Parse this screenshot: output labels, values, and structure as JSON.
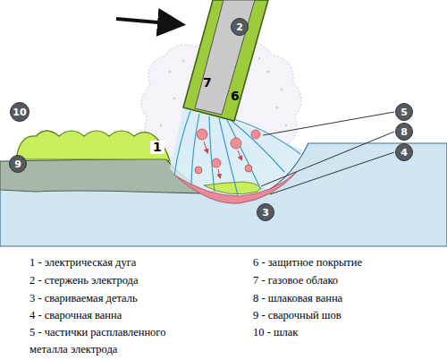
{
  "diagram": {
    "nodes": [
      {
        "text": [
          "2"
        ]
      },
      {
        "text": [
          "10"
        ]
      },
      {
        "text": [
          "5"
        ]
      },
      {
        "text": [
          "8"
        ]
      },
      {
        "text": [
          "4"
        ]
      },
      {
        "text": [
          "9"
        ]
      },
      {
        "text": [
          "3"
        ]
      }
    ],
    "labels": [
      "7",
      "1",
      "6",
      "1 - электрическая дуга",
      "2 - стержень электрода",
      "3 - свариваемая деталь",
      "4 - сварочная ванна",
      "5 - частички расплавленного металла электрода",
      "6 - защитное покрытие",
      "7 - газовое облако",
      "8 - шлаковая ванна",
      "9 - сварочный шов",
      "10 - шлак"
    ]
  }
}
